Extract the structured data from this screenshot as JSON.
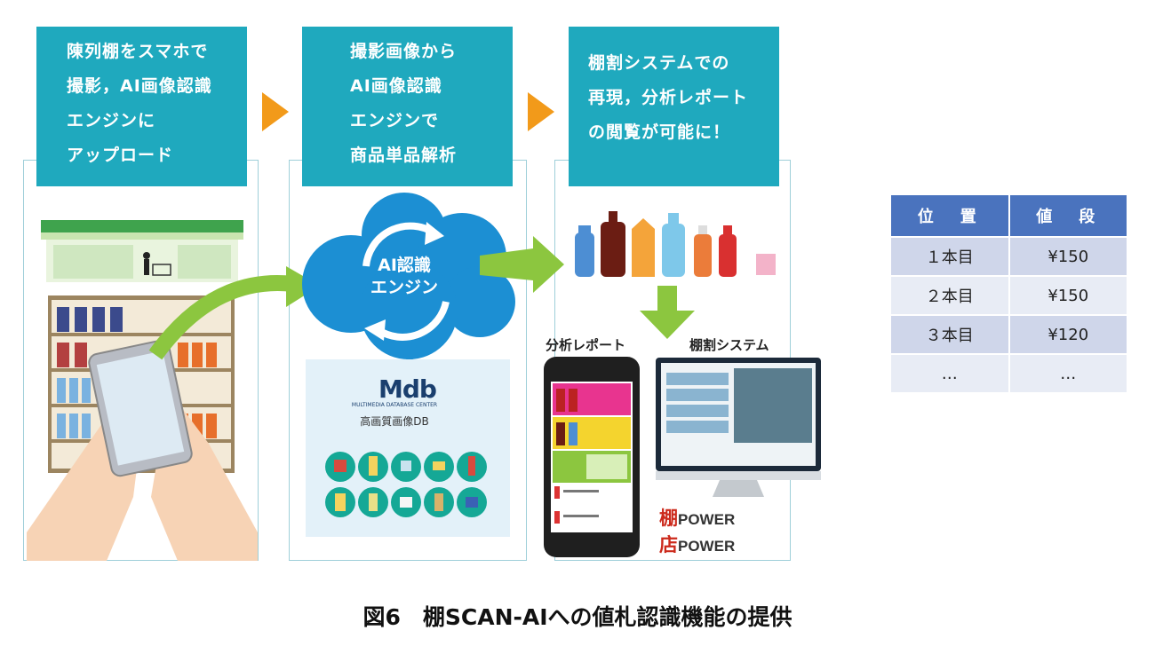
{
  "steps": [
    {
      "lines": [
        "陳列棚をスマホで",
        "撮影，AI画像認識",
        "エンジンに",
        "アップロード"
      ]
    },
    {
      "lines": [
        "撮影画像から",
        "AI画像認識",
        "エンジンで",
        "商品単品解析"
      ]
    },
    {
      "lines": [
        "棚割システムでの",
        "再現，分析レポート",
        "の閲覧が可能に！"
      ]
    }
  ],
  "cloud": {
    "lines": [
      "AI認識",
      "エンジン"
    ]
  },
  "mdb": {
    "logo": "Mdb",
    "subtitle": "MULTIMEDIA DATABASE CENTER",
    "label": "高画質画像DB"
  },
  "outputs": {
    "report_label": "分析レポート",
    "system_label": "棚割システム"
  },
  "brands": [
    "POWER",
    "POWER"
  ],
  "brand_kanji": [
    "棚",
    "店"
  ],
  "table": {
    "headers": [
      "位　置",
      "値　段"
    ],
    "rows": [
      [
        "１本目",
        "¥150"
      ],
      [
        "２本目",
        "¥150"
      ],
      [
        "３本目",
        "¥120"
      ],
      [
        "…",
        "…"
      ]
    ]
  },
  "caption": "図6　棚SCAN-AIへの値札認識機能の提供",
  "colors": {
    "step_header": "#1fa9be",
    "arrow_orange": "#f29a1a",
    "arrow_green": "#8cc63f",
    "cloud_blue": "#1c8fd3",
    "table_header": "#4a73be",
    "table_row_a": "#cfd6ea",
    "table_row_b": "#e8ecf5"
  }
}
